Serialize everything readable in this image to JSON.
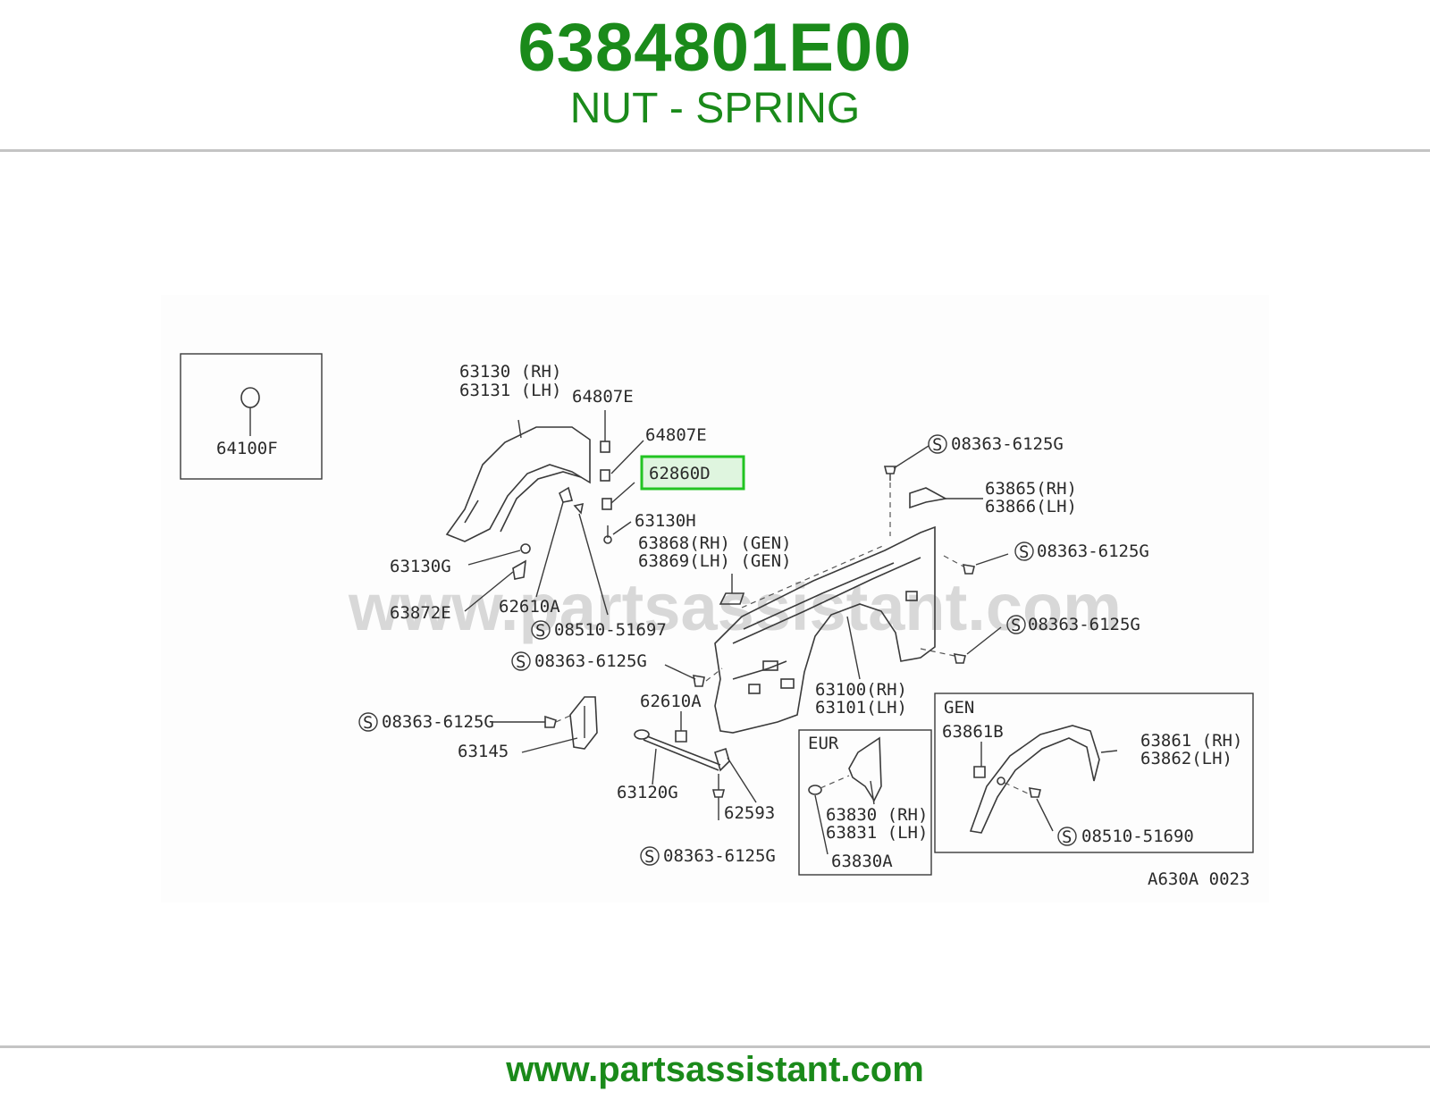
{
  "header": {
    "part_number": "6384801E00",
    "part_name": "NUT - SPRING"
  },
  "footer": {
    "website": "www.partsassistant.com"
  },
  "watermark": "www.partsassistant.com",
  "highlight_color": "#22c422",
  "brand_color": "#1a8a1a",
  "callouts": {
    "c64100F": "64100F",
    "c63130": "63130 (RH)",
    "c63131": "63131 (LH)",
    "c64807E_a": "64807E",
    "c64807E_b": "64807E",
    "c62860D": "62860D",
    "c63130H": "63130H",
    "c63868": "63868(RH) (GEN)",
    "c63869": "63869(LH) (GEN)",
    "c63130G": "63130G",
    "c63872E": "63872E",
    "c62610A_a": "62610A",
    "c08510_51697": "08510-51697",
    "c08363_a": "08363-6125G",
    "c08363_b": "08363-6125G",
    "c08363_c": "08363-6125G",
    "c08363_d": "08363-6125G",
    "c08363_e": "08363-6125G",
    "c08363_f": "08363-6125G",
    "c63865": "63865(RH)",
    "c63866": "63866(LH)",
    "c63100": "63100(RH)",
    "c63101": "63101(LH)",
    "c62610A_b": "62610A",
    "c63145": "63145",
    "c63120G": "63120G",
    "c62593": "62593",
    "eur_label": "EUR",
    "c63830": "63830 (RH)",
    "c63831": "63831 (LH)",
    "c63830A": "63830A",
    "gen_label": "GEN",
    "c63861B": "63861B",
    "c63861": "63861 (RH)",
    "c63862": "63862(LH)",
    "c08510_51690": "08510-51690",
    "diagram_ref": "A630A 0023"
  },
  "symbols": {
    "standard_part": "S"
  }
}
